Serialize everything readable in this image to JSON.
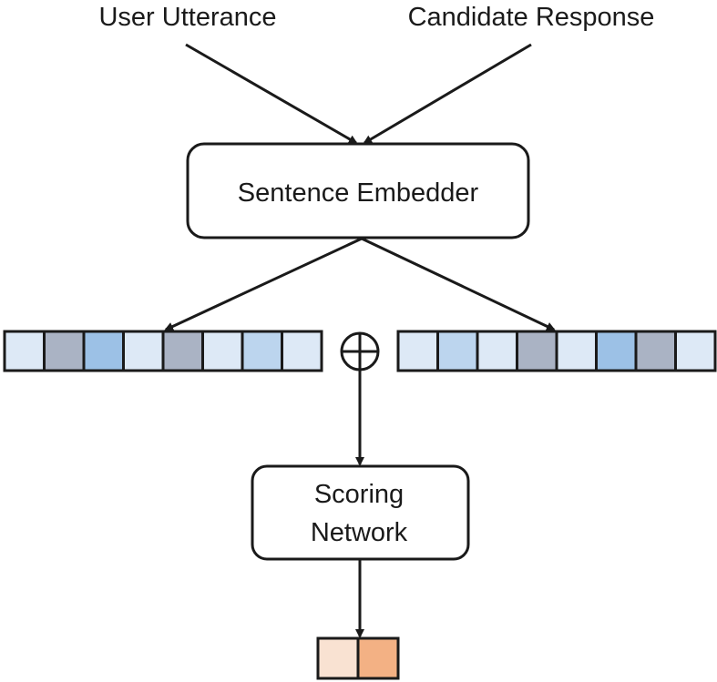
{
  "inputs": {
    "user_utterance": "User Utterance",
    "candidate_response": "Candidate Response"
  },
  "nodes": {
    "sentence_embedder": "Sentence Embedder",
    "scoring_network_line1": "Scoring",
    "scoring_network_line2": "Network"
  },
  "operator": "⊕",
  "colors": {
    "light": "#dde9f6",
    "gray": "#aab3c4",
    "mid": "#9cc1e6",
    "soft": "#bcd5ee",
    "output_light": "#f9e2d2",
    "output_dark": "#f3b184",
    "stroke": "#1a1a1a"
  },
  "embeddings": {
    "left": [
      "light",
      "gray",
      "mid",
      "light",
      "gray",
      "light",
      "soft",
      "light"
    ],
    "right": [
      "light",
      "soft",
      "light",
      "gray",
      "light",
      "mid",
      "gray",
      "light"
    ]
  },
  "output": [
    "output_light",
    "output_dark"
  ]
}
